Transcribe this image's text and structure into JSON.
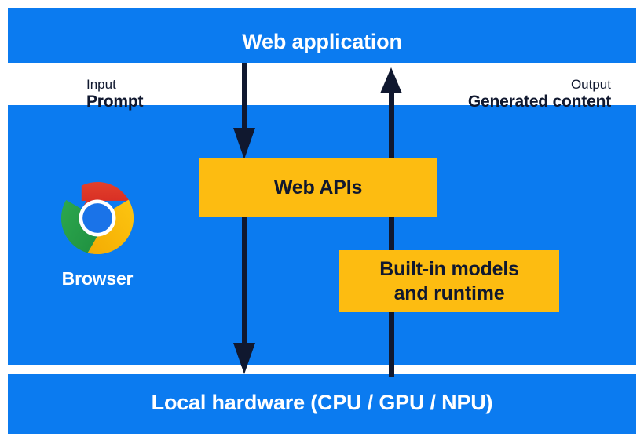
{
  "diagram": {
    "title": "Web application",
    "colors": {
      "panel_blue": "#0B7BF0",
      "box_yellow": "#FDBC11",
      "arrow_navy": "#10182F",
      "text_white": "#FFFFFF"
    },
    "panels": {
      "top": {
        "label": "Web application"
      },
      "middle": {
        "label": "Browser"
      },
      "bottom": {
        "label": "Local hardware (CPU / GPU / NPU)"
      }
    },
    "flows": {
      "input": {
        "kicker": "Input",
        "value": "Prompt"
      },
      "output": {
        "kicker": "Output",
        "value": "Generated content"
      }
    },
    "boxes": {
      "web_apis": {
        "label": "Web APIs"
      },
      "built_in_models": {
        "line1": "Built-in models",
        "line2": "and runtime"
      }
    },
    "icons": {
      "browser": "chrome-logo-icon"
    },
    "arrows": [
      {
        "name": "input-arrow-to-web-apis",
        "direction": "down"
      },
      {
        "name": "input-arrow-to-local-hardware",
        "direction": "down"
      },
      {
        "name": "output-arrow-to-web-application",
        "direction": "up"
      }
    ]
  }
}
